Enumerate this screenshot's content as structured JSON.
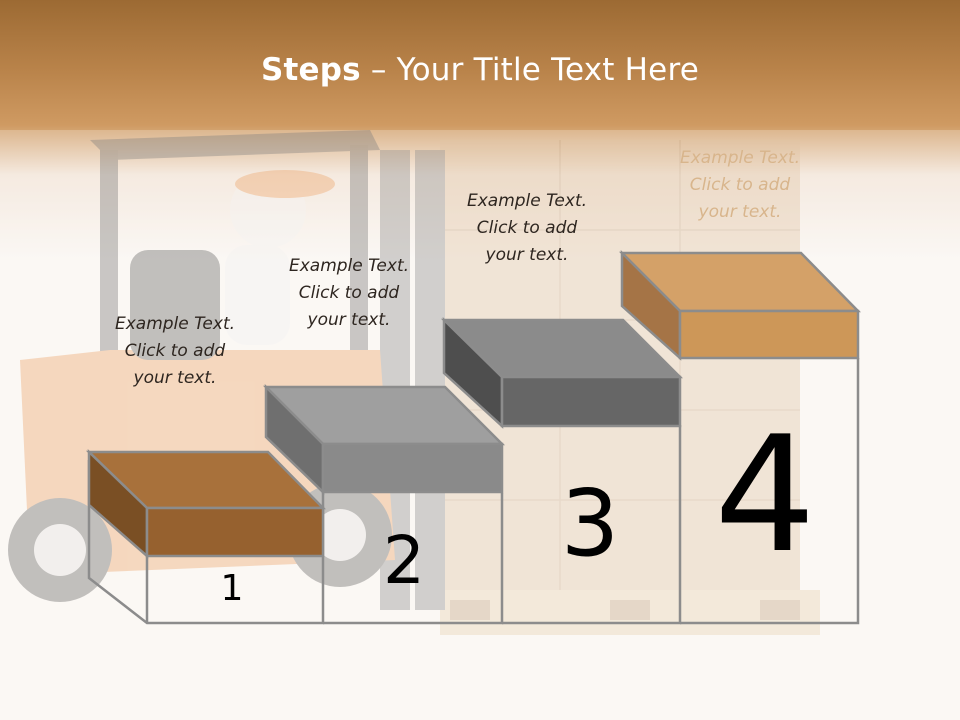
{
  "slide": {
    "title_bold": "Steps",
    "title_rest": " – Your Title Text Here"
  },
  "steps": [
    {
      "number": "1",
      "caption": [
        "Example Text.",
        "Click  to add",
        "your text."
      ],
      "color": "#8b5a2b"
    },
    {
      "number": "2",
      "caption": [
        "Example Text.",
        "Click  to add",
        "your text."
      ],
      "color": "#8a8a8a"
    },
    {
      "number": "3",
      "caption": [
        "Example Text.",
        "Click  to add",
        "your text."
      ],
      "color": "#6a6a6a"
    },
    {
      "number": "4",
      "caption": [
        "Example Text.",
        "Click  to add",
        "your text."
      ],
      "color": "#c9955a"
    }
  ],
  "colors": {
    "header": "#b9834a",
    "forklift_orange": "#e8a066",
    "outline": "#8c8c8c"
  },
  "icons": [
    "forklift-image",
    "cardboard-boxes-image"
  ]
}
